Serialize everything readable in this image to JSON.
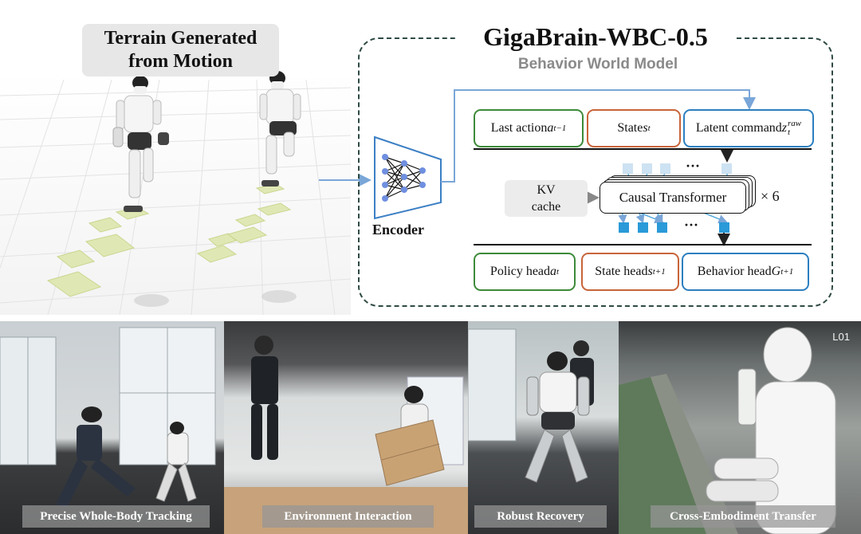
{
  "left_panel": {
    "title_line1": "Terrain Generated",
    "title_line2": "from Motion"
  },
  "model": {
    "title": "GigaBrain-WBC-0.5",
    "subtitle": "Behavior World Model",
    "encoder_label": "Encoder",
    "inputs": {
      "last_action": {
        "text": "Last action ",
        "var": "a",
        "sub": "t−1"
      },
      "state": {
        "text": "State ",
        "var": "s",
        "sub": "t"
      },
      "latent_command": {
        "text": "Latent command ",
        "var": "z",
        "sub": "t",
        "sup": "raw"
      }
    },
    "kv_cache_line1": "KV",
    "kv_cache_line2": "cache",
    "transformer_label": "Causal Transformer",
    "repeat_label": "× 6",
    "ellipsis": "···",
    "outputs": {
      "policy_head": {
        "text": "Policy head ",
        "var": "a",
        "sub": "t"
      },
      "state_head": {
        "text": "State head ",
        "var": "s",
        "sub": "t+1"
      },
      "behavior_head": {
        "text": "Behavior head ",
        "var": "G",
        "sub": "t+1"
      }
    },
    "colors": {
      "green": "#3d8a3a",
      "orange": "#c8643a",
      "blue": "#2c7fc0",
      "arrow": "#7aa6d8"
    }
  },
  "photos": [
    {
      "caption": "Precise Whole-Body Tracking"
    },
    {
      "caption": "Environment Interaction"
    },
    {
      "caption": "Robust Recovery"
    },
    {
      "caption": "Cross-Embodiment Transfer",
      "badge": "L01"
    }
  ]
}
